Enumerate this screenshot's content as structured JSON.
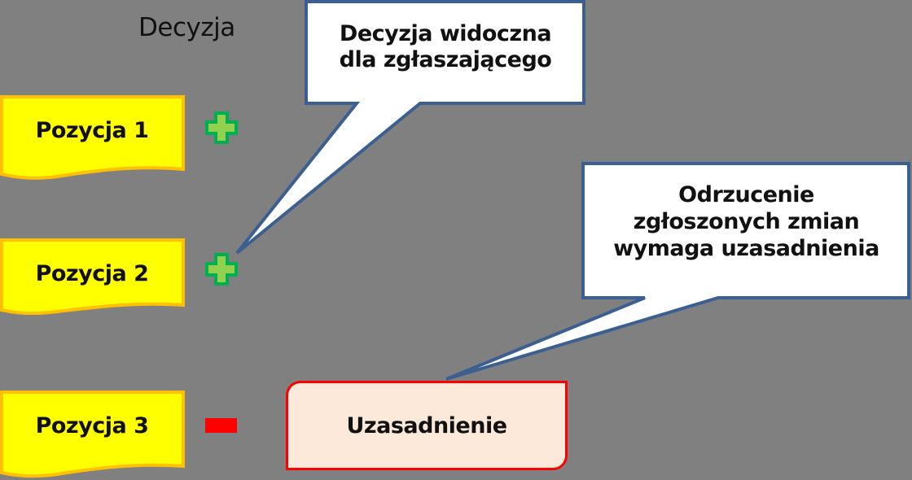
{
  "heading": "Decyzja",
  "items": [
    {
      "label": "Pozycja 1",
      "decision": "plus"
    },
    {
      "label": "Pozycja 2",
      "decision": "plus"
    },
    {
      "label": "Pozycja 3",
      "decision": "minus"
    }
  ],
  "justification_box": {
    "label": "Uzasadnienie"
  },
  "callouts": [
    {
      "lines": [
        "Decyzja widoczna",
        "dla zgłaszającego"
      ]
    },
    {
      "lines": [
        "Odrzucenie",
        "zgłoszonych zmian",
        "wymaga uzasadnienia"
      ]
    }
  ],
  "colors": {
    "background": "#808080",
    "item_fill": "#ffff00",
    "item_border": "#ffc000",
    "plus_fill": "#92d050",
    "plus_border": "#00b050",
    "minus_fill": "#ff0000",
    "justification_fill": "#fde9d9",
    "justification_border": "#ff0000",
    "callout_border": "#3c5f91",
    "callout_fill": "#ffffff"
  }
}
